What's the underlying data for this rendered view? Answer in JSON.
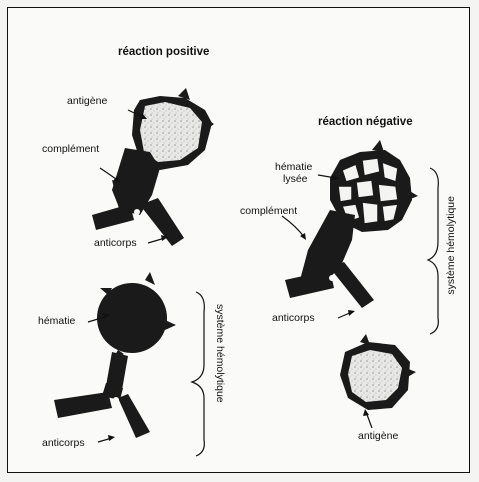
{
  "titles": {
    "positive": "réaction positive",
    "negative": "réaction négative"
  },
  "labels": {
    "antigene_top": "antigène",
    "complement_left": "complément",
    "anticorps_left_top": "anticorps",
    "hematie_left": "hématie",
    "anticorps_left_bottom": "anticorps",
    "systeme_left": "système hémolytique",
    "hematie_lysee_line1": "hématie",
    "hematie_lysee_line2": "lysée",
    "complement_right": "complément",
    "anticorps_right": "anticorps",
    "systeme_right": "système hémolytique",
    "antigene_bottom": "antigène"
  }
}
